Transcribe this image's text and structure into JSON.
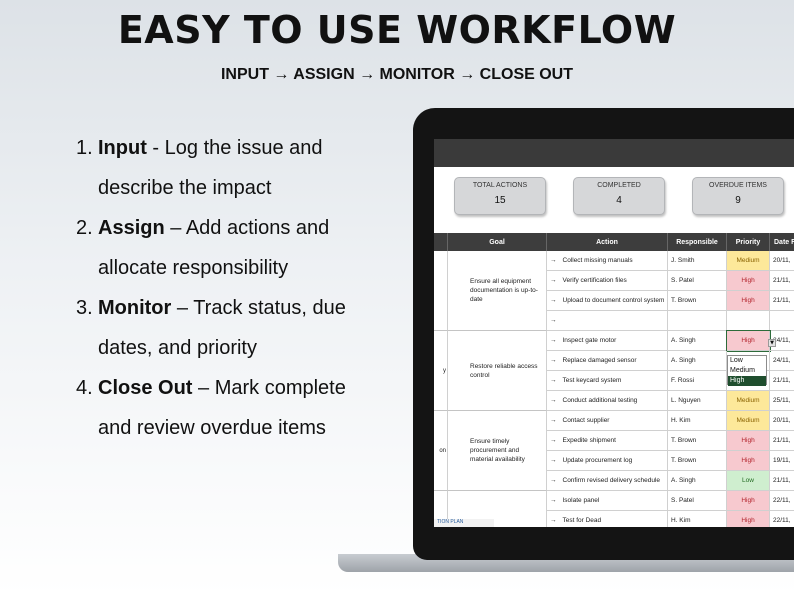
{
  "headline": "EASY TO USE WORKFLOW",
  "subline": "INPUT → ASSIGN → MONITOR → CLOSE OUT",
  "steps": [
    {
      "num": "1.",
      "bold": "Input",
      "rest": " - Log the issue and",
      "cont": "describe the impact"
    },
    {
      "num": "2.",
      "bold": "Assign",
      "rest": " – Add actions and",
      "cont": "allocate responsibility"
    },
    {
      "num": "3.",
      "bold": "Monitor",
      "rest": " – Track status, due",
      "cont": "dates, and priority"
    },
    {
      "num": "4.",
      "bold": "Close Out",
      "rest": " – Mark complete",
      "cont": "and review overdue items"
    }
  ],
  "kpis": [
    {
      "label": "TOTAL ACTIONS",
      "value": "15"
    },
    {
      "label": "COMPLETED",
      "value": "4"
    },
    {
      "label": "OVERDUE ITEMS",
      "value": "9"
    }
  ],
  "columns": {
    "goal": "Goal",
    "action": "Action",
    "responsible": "Responsible",
    "priority": "Priority",
    "date": "Date F"
  },
  "groups": [
    {
      "first": "",
      "goal": "Ensure all equipment documentation is up-to-date",
      "rows": [
        {
          "action": "Collect missing manuals",
          "resp": "J. Smith",
          "pri": "Medium",
          "date": "20/11,"
        },
        {
          "action": "Verify certification files",
          "resp": "S. Patel",
          "pri": "High",
          "date": "21/11,"
        },
        {
          "action": "Upload to document control system",
          "resp": "T. Brown",
          "pri": "High",
          "date": "21/11,"
        },
        {
          "action": "",
          "resp": "",
          "pri": "",
          "date": ""
        }
      ]
    },
    {
      "first": "y",
      "goal": "Restore reliable access control",
      "rows": [
        {
          "action": "Inspect gate motor",
          "resp": "A. Singh",
          "pri": "High",
          "date": "24/11,"
        },
        {
          "action": "Replace damaged sensor",
          "resp": "A. Singh",
          "pri": "",
          "date": "24/11,"
        },
        {
          "action": "Test keycard system",
          "resp": "F. Rossi",
          "pri": "",
          "date": "21/11,"
        },
        {
          "action": "Conduct additional testing",
          "resp": "L. Nguyen",
          "pri": "Medium",
          "date": "25/11,"
        }
      ]
    },
    {
      "first": "on",
      "goal": "Ensure timely procurement and material availability",
      "rows": [
        {
          "action": "Contact supplier",
          "resp": "H. Kim",
          "pri": "Medium",
          "date": "20/11,"
        },
        {
          "action": "Expedite shipment",
          "resp": "T. Brown",
          "pri": "High",
          "date": "21/11,"
        },
        {
          "action": "Update procurement log",
          "resp": "T. Brown",
          "pri": "High",
          "date": "19/11,"
        },
        {
          "action": "Confirm revised delivery schedule",
          "resp": "A. Singh",
          "pri": "Low",
          "date": "21/11,"
        }
      ]
    },
    {
      "first": "",
      "goal": "",
      "rows": [
        {
          "action": "Isolate panel",
          "resp": "S. Patel",
          "pri": "High",
          "date": "22/11,"
        },
        {
          "action": "Test for Dead",
          "resp": "H. Kim",
          "pri": "High",
          "date": "22/11,"
        }
      ]
    }
  ],
  "dropdown": {
    "options": [
      "Low",
      "Medium",
      "High"
    ],
    "selected": "High"
  },
  "sheet_tab": "TION PLAN",
  "icons": {
    "row_arrow": "arrow-right-icon",
    "dropdown": "chevron-down-icon"
  },
  "colors": {
    "high_bg": "#f7c9cf",
    "medium_bg": "#fde89a",
    "low_bg": "#cfeecf",
    "header": "#3d3d3d"
  }
}
